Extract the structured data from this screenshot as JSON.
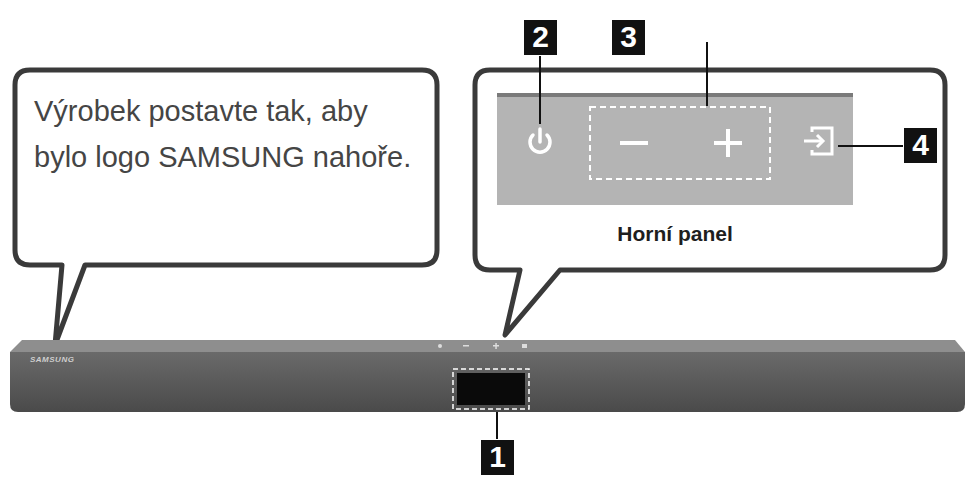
{
  "diagram": {
    "nodes": [
      {
        "text": [
          "Výrobek postavte tak, aby bylo logo SAMSUNG nahoře."
        ]
      },
      {
        "text": [
          "Horní panel"
        ]
      }
    ],
    "labels": [
      "2",
      "3",
      "4",
      "1",
      "SAMSUNG"
    ]
  }
}
